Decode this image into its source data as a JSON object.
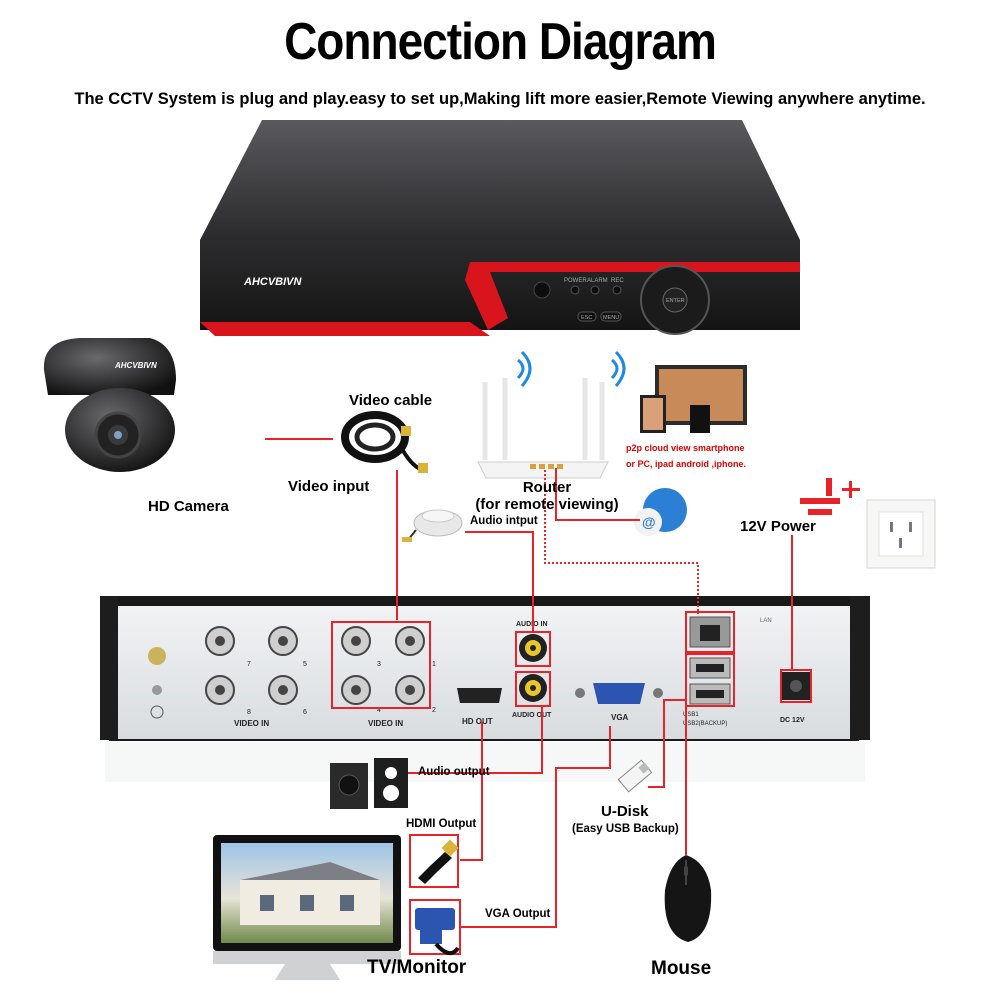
{
  "header": {
    "title": "Connection Diagram",
    "subtitle": "The CCTV System is plug and play.easy to set up,Making lift more easier,Remote Viewing anywhere anytime."
  },
  "dvr_front": {
    "brand": "AHCVBIVN",
    "indicators": [
      "POWER",
      "ALARM",
      "REC"
    ],
    "buttons": [
      "ESC",
      "MENU"
    ],
    "nav_center": "ENTER"
  },
  "camera": {
    "brand": "AHCVBIVN",
    "label": "HD Camera"
  },
  "video": {
    "cable_label": "Video cable",
    "input_label": "Video input"
  },
  "router": {
    "label_line1": "Router",
    "label_line2": "(for remote viewing)"
  },
  "p2p": {
    "line1": "p2p cloud  view smartphone",
    "line2": "or PC, ipad android ,iphone."
  },
  "audio_input": {
    "label": "Audio intput"
  },
  "power": {
    "label": "12V Power"
  },
  "dvr_back": {
    "video_in_left_numbers": [
      "7",
      "5",
      "8",
      "6"
    ],
    "video_in_right_numbers": [
      "3",
      "1",
      "4",
      "2"
    ],
    "video_in_label_left": "VIDEO IN",
    "video_in_label_right": "VIDEO IN",
    "audio_in_label": "AUDIO IN",
    "audio_out_label": "AUDIO OUT",
    "hdout_label": "HD OUT",
    "vga_label": "VGA",
    "lan_label": "LAN",
    "usb1_label": "USB1",
    "usb2_label": "USB2(BACKUP)",
    "dc_label": "DC 12V"
  },
  "outputs": {
    "audio_output": "Audio output",
    "hdmi_output": "HDMI Output",
    "vga_output": "VGA Output",
    "tv_monitor": "TV/Monitor",
    "udisk": "U-Disk",
    "udisk_sub": "(Easy USB Backup)",
    "mouse": "Mouse"
  },
  "colors": {
    "line": "#e8232a",
    "box": "#e8232a",
    "dvr_red": "#d8141c",
    "dvr_body": "#2a2a2c",
    "dvr_back": "#e6e8ea"
  }
}
